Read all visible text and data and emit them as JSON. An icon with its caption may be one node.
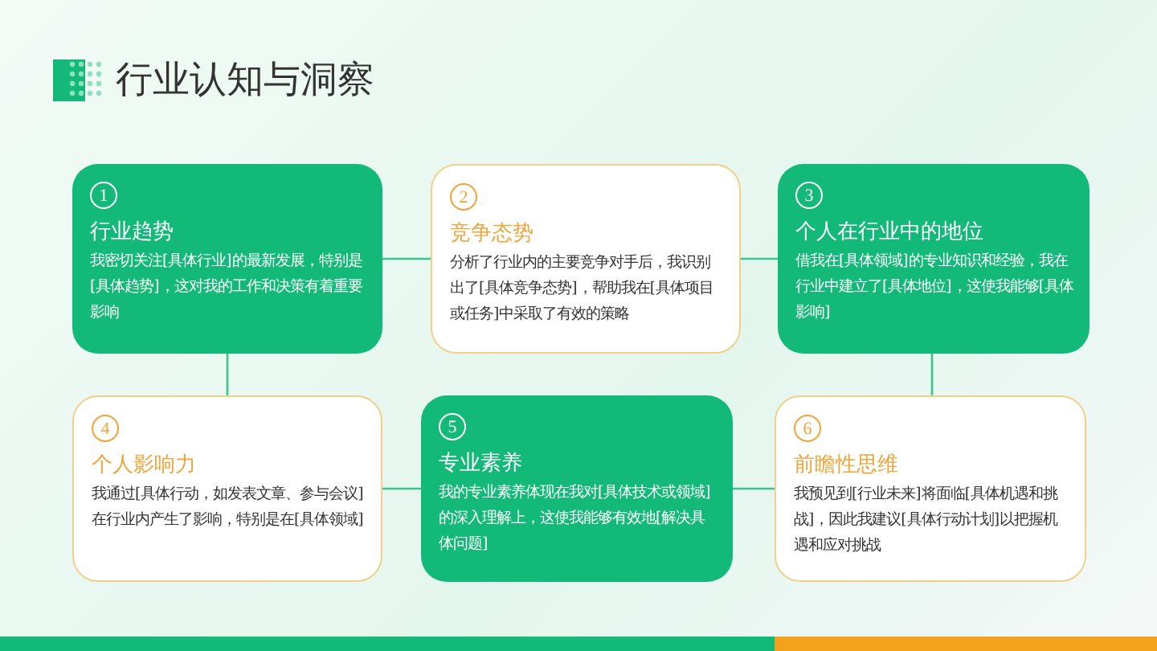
{
  "diagram": {
    "title": "行业认知与洞察",
    "nodes": [
      {
        "text": [
          "1",
          "行业趋势",
          "我密切关注[具体行业]的最新发展，特别是[具体趋势]，这对我的工作和决策有着重要影响"
        ]
      },
      {
        "text": [
          "2",
          "竞争态势",
          "分析了行业内的主要竞争对手后，我识别出了[具体竞争态势]，帮助我在[具体项目或任务]中采取了有效的策略"
        ]
      },
      {
        "text": [
          "3",
          "个人在行业中的地位",
          "借我在[具体领域]的专业知识和经验，我在行业中建立了[具体地位]，这使我能够[具体影响]"
        ]
      },
      {
        "text": [
          "4",
          "个人影响力",
          "我通过[具体行动，如发表文章、参与会议]在行业内产生了影响，特别是在[具体领域]"
        ]
      },
      {
        "text": [
          "5",
          "专业素养",
          "我的专业素养体现在我对[具体技术或领域]的深入理解上，这使我能够有效地[解决具体问题]"
        ]
      },
      {
        "text": [
          "6",
          "前瞻性思维",
          "我预见到[行业未来]将面临[具体机遇和挑战]，因此我建议[具体行动计划]以把握机遇和应对挑战"
        ]
      }
    ],
    "edges": [
      {
        "from": 0,
        "to": 1,
        "arrow": "none"
      },
      {
        "from": 1,
        "to": 2,
        "arrow": "none"
      },
      {
        "from": 0,
        "to": 3,
        "arrow": "none"
      },
      {
        "from": 2,
        "to": 5,
        "arrow": "none"
      },
      {
        "from": 3,
        "to": 4,
        "arrow": "none"
      },
      {
        "from": 4,
        "to": 5,
        "arrow": "none"
      }
    ]
  }
}
